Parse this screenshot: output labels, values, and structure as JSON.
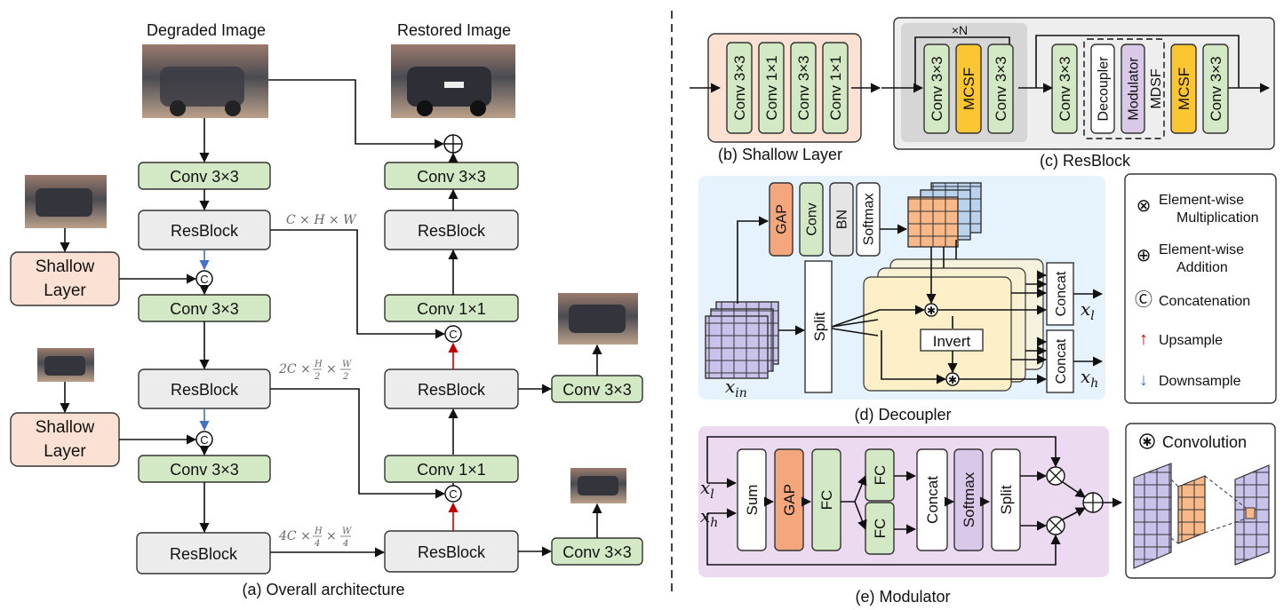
{
  "panel_a": {
    "caption": "(a) Overall architecture",
    "degraded_label": "Degraded Image",
    "restored_label": "Restored Image",
    "conv33": "Conv 3×3",
    "conv11": "Conv 1×1",
    "resblock": "ResBlock",
    "shallow_line1": "Shallow",
    "shallow_line2": "Layer",
    "concat_symbol": "C",
    "dim1": "C × H × W",
    "dim2_prefix": "2C ×",
    "dim2_h": "H",
    "dim2_w": "W",
    "dim2_den": "2",
    "dim3_prefix": "4C ×",
    "dim3_h": "H",
    "dim3_w": "W",
    "dim3_den": "4"
  },
  "panel_b": {
    "caption": "(b) Shallow Layer",
    "layers": [
      "Conv 3×3",
      "Conv 1×1",
      "Conv 3×3",
      "Conv 1×1"
    ]
  },
  "panel_c": {
    "caption": "(c) ResBlock",
    "repeat": "×N",
    "inner": [
      "Conv 3×3",
      "MCSF",
      "Conv 3×3"
    ],
    "outer": [
      "Conv 3×3",
      "Decoupler",
      "Modulator",
      "MDSF",
      "MCSF",
      "Conv 3×3"
    ]
  },
  "panel_d": {
    "caption": "(d) Decoupler",
    "ops": [
      "GAP",
      "Conv",
      "BN",
      "Softmax"
    ],
    "split": "Split",
    "invert": "Invert",
    "concat": "Concat",
    "x_in": "x",
    "x_in_sub": "in",
    "x_l": "x",
    "x_l_sub": "l",
    "x_h": "x",
    "x_h_sub": "h"
  },
  "panel_e": {
    "caption": "(e) Modulator",
    "ops": [
      "Sum",
      "GAP",
      "FC",
      "FC",
      "FC",
      "Concat",
      "Softmax",
      "Split"
    ],
    "x_l": "x",
    "x_l_sub": "l",
    "x_h": "x",
    "x_h_sub": "h",
    "convolution": "Convolution"
  },
  "legend": {
    "items": [
      {
        "symbol": "⊗",
        "line1": "Element-wise",
        "line2": "Multiplication"
      },
      {
        "symbol": "⊕",
        "line1": "Element-wise",
        "line2": "Addition"
      },
      {
        "symbol": "Ⓒ",
        "line1": "Concatenation",
        "line2": ""
      },
      {
        "symbol": "↑",
        "line1": "Upsample",
        "line2": ""
      },
      {
        "symbol": "↓",
        "line1": "Downsample",
        "line2": ""
      }
    ]
  },
  "colors": {
    "upsample": "#c00000",
    "downsample": "#4472c4",
    "conv": "#d3e9c5",
    "resblock": "#ececec",
    "shallow": "#fbe1d3",
    "mcsf": "#fbc631",
    "gap": "#f4a77c",
    "decoupler_bg": "#e7f3fc",
    "modulator_bg": "#ecdaf0"
  }
}
